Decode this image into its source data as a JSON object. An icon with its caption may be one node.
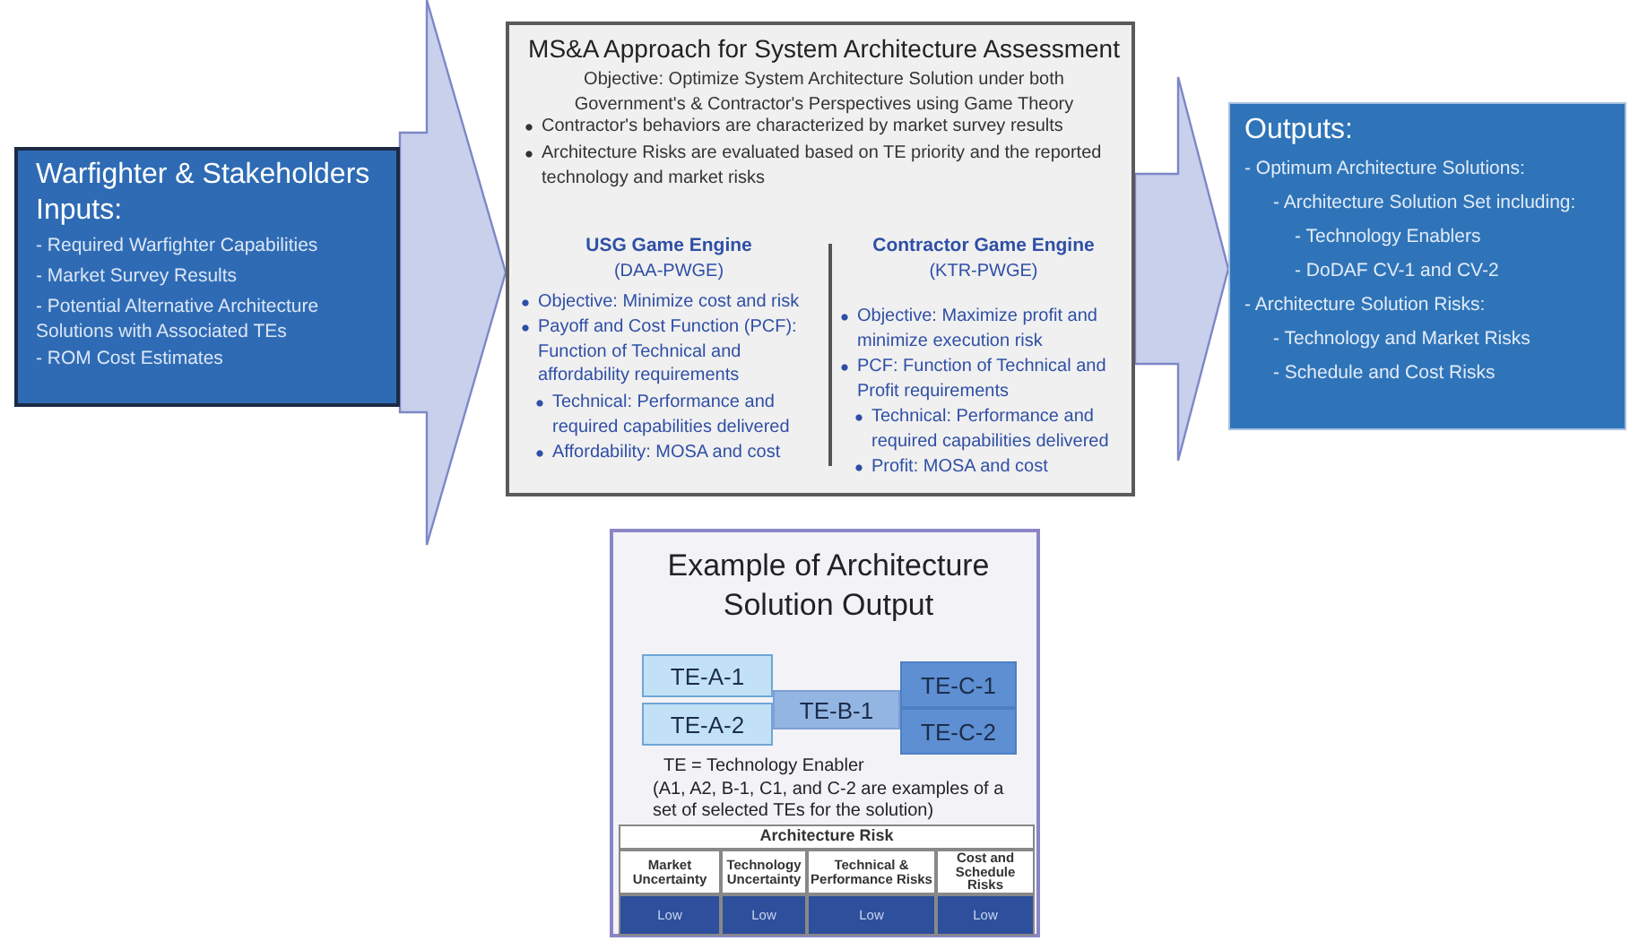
{
  "diagram": {
    "nodes": [
      {
        "text": [
          "Warfighter & Stakeholders Inputs:",
          "- Required Warfighter Capabilities",
          "- Market Survey Results",
          "- Potential Alternative Architecture Solutions with Associated TEs",
          "- ROM Cost Estimates"
        ]
      },
      {
        "text": [
          "MS&A Approach for System Architecture Assessment",
          "Objective: Optimize System Architecture Solution under both Government's & Contractor's Perspectives using Game Theory",
          "Contractor's behaviors are characterized by market survey results",
          "Architecture Risks are evaluated based on TE priority and the reported technology and market risks",
          "USG Game Engine",
          "(DAA-PWGE)",
          "Objective: Minimize cost and risk",
          "Payoff and Cost Function (PCF): Function of Technical and affordability requirements",
          "Technical: Performance and required capabilities delivered",
          "Affordability: MOSA and cost",
          "Contractor Game Engine",
          "(KTR-PWGE)",
          "Objective: Maximize profit and minimize execution risk",
          "PCF: Function of Technical and Profit requirements",
          "Technical: Performance and required capabilities delivered",
          "Profit: MOSA and cost"
        ]
      },
      {
        "text": [
          "Outputs:",
          "- Optimum Architecture Solutions:",
          "- Architecture Solution Set including:",
          "- Technology Enablers",
          "- DoDAF CV-1 and CV-2",
          "- Architecture Solution Risks:",
          "- Technology and Market Risks",
          "- Schedule and Cost Risks"
        ]
      },
      {
        "text": [
          "Example of Architecture Solution Output",
          "TE = Technology Enabler",
          "(A1, A2, B-1, C1, and C-2 are examples of a set of selected TEs for the solution)"
        ]
      },
      {
        "text": [
          "TE-A-1"
        ],
        "in": 3
      },
      {
        "text": [
          "TE-A-2"
        ],
        "in": 3
      },
      {
        "text": [
          "TE-B-1"
        ],
        "in": 3
      },
      {
        "text": [
          "TE-C-1"
        ],
        "in": 3
      },
      {
        "text": [
          "TE-C-2"
        ],
        "in": 3
      }
    ],
    "edges": [
      {
        "from": 0,
        "to": 1,
        "arrow": "to"
      },
      {
        "from": 1,
        "to": 2,
        "arrow": "to"
      }
    ],
    "labels": [
      "Architecture Risk",
      "Market Uncertainty",
      "Technology Uncertainty",
      "Technical & Performance Risks",
      "Cost and Schedule Risks",
      "Low",
      "Low",
      "Low",
      "Low"
    ]
  }
}
